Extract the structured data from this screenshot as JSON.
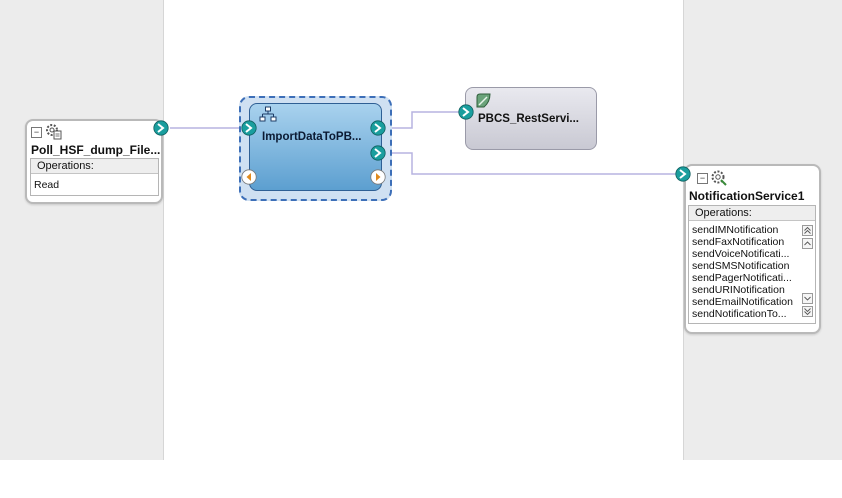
{
  "services": {
    "poll": {
      "title": "Poll_HSF_dump_File...",
      "ops_header": "Operations:",
      "operations": [
        "Read"
      ]
    },
    "notification": {
      "title": "NotificationService1",
      "ops_header": "Operations:",
      "operations": [
        "sendIMNotification",
        "sendFaxNotification",
        "sendVoiceNotificati...",
        "sendSMSNotification",
        "sendPagerNotificati...",
        "sendURINotification",
        "sendEmailNotification",
        "sendNotificationTo..."
      ]
    }
  },
  "components": {
    "bpel": {
      "title": "ImportDataToPB..."
    },
    "reference": {
      "title": "PBCS_RestServi..."
    }
  },
  "colors": {
    "wire": "#b7b4e0",
    "port_teal": "#1a9e9e",
    "port_orange": "#e08a1e"
  }
}
